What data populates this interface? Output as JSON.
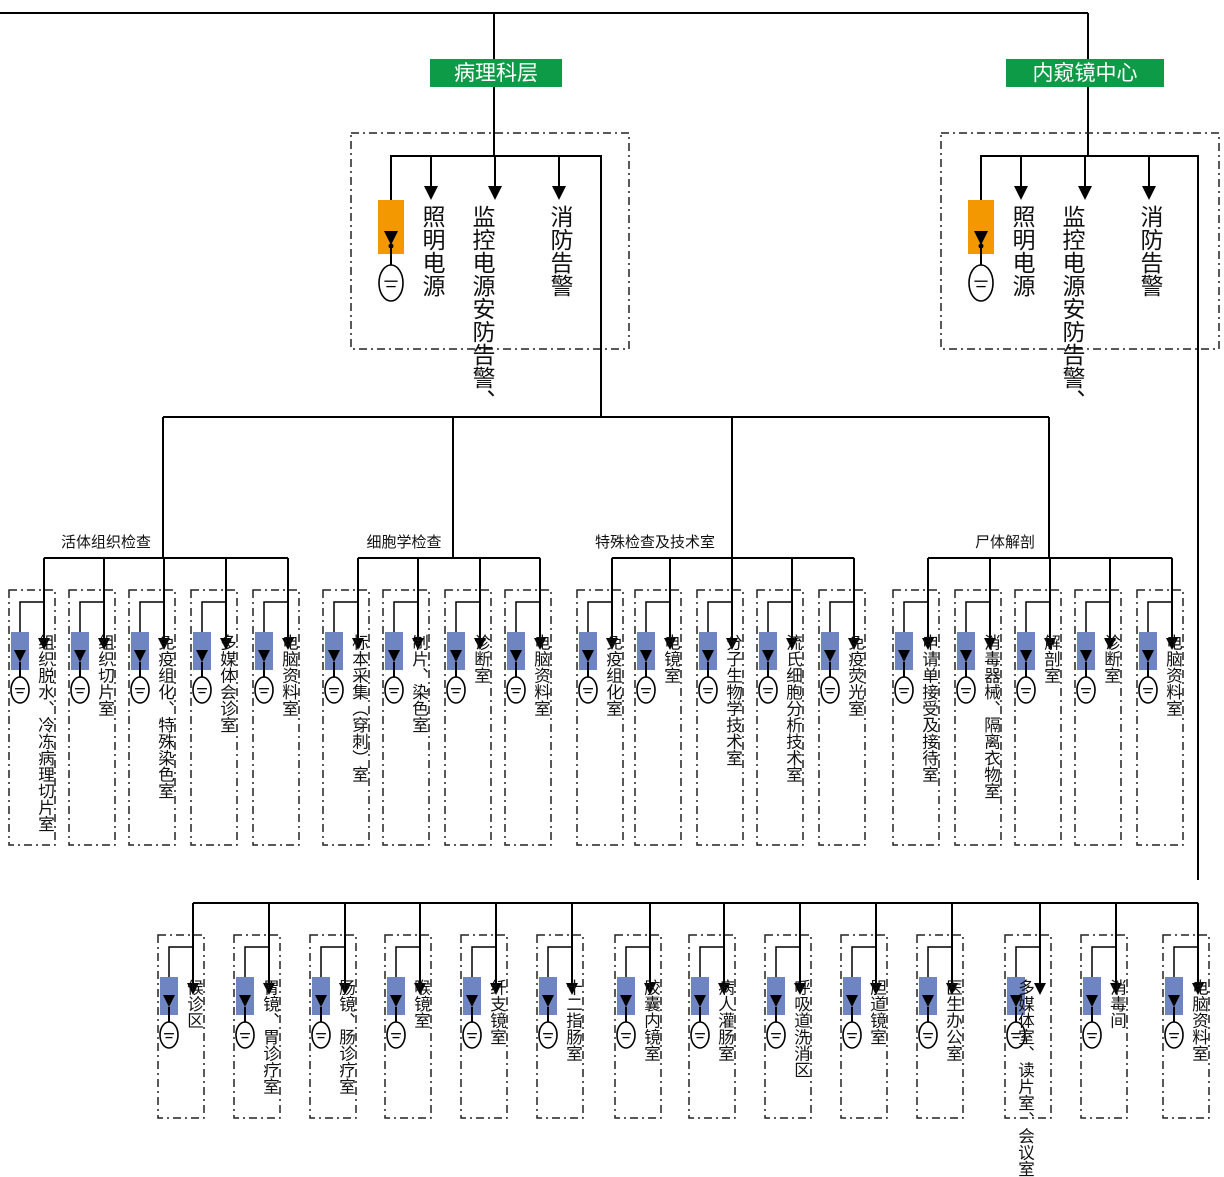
{
  "colors": {
    "dept_label_bg": "#0e9b47",
    "supply_block": "#f39800",
    "room_block": "#6f85c1",
    "wire": "#000000"
  },
  "departments": [
    {
      "name": "病理科层",
      "loads": [
        "照明电源",
        "监控电源、安防告警",
        "消防告警"
      ]
    },
    {
      "name": "内窥镜中心",
      "loads": [
        "照明电源",
        "监控电源、安防告警",
        "消防告警"
      ]
    }
  ],
  "pathology_groups": [
    {
      "title": "活体组织检查",
      "rooms": [
        "组织脱水、冷冻病理切片室",
        "组织切片室",
        "免疫组化、特殊染色室",
        "多媒体会诊室",
        "电脑资料室"
      ]
    },
    {
      "title": "细胞学检查",
      "rooms": [
        "标本采集（穿刺）室",
        "制片、染色室",
        "诊断室",
        "电脑资料室"
      ]
    },
    {
      "title": "特殊检查及技术室",
      "rooms": [
        "免疫组化室",
        "电镜室",
        "分子生物学技术室",
        "流氏细胞分析技术室",
        "免疫荧光室"
      ]
    },
    {
      "title": "尸体解剖",
      "rooms": [
        "申请单接受及接待室",
        "消毒器械、隔离衣物室",
        "解剖室",
        "诊断室",
        "电脑资料室"
      ]
    }
  ],
  "endoscopy_rooms": [
    "候诊区",
    "胃镜、胃诊疗室",
    "肠镜、肠诊疗室",
    "喉镜室",
    "纤支镜室",
    "十二指肠室",
    "胶囊内镜室",
    "病人灌肠室",
    "呼吸道洗消区",
    "胆道镜室",
    "医生办公室",
    "多媒体室、读片室、会议室",
    "消毒间",
    "电脑资料室"
  ],
  "icons": {
    "supply": "distribution-box-icon",
    "ground": "grounded-lamp-icon",
    "arrow": "arrow-down-icon"
  }
}
